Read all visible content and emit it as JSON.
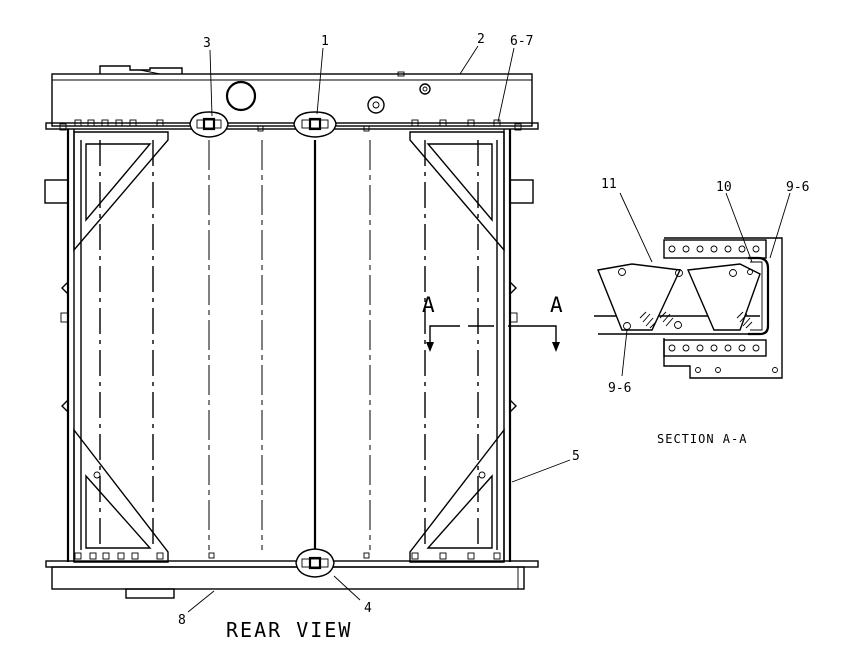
{
  "callouts": {
    "c1": "1",
    "c2": "2",
    "c3": "3",
    "c4": "4",
    "c5": "5",
    "c6_7": "6-7",
    "c8": "8",
    "c9_6_top": "9-6",
    "c9_6_bottom": "9-6",
    "c10": "10",
    "c11": "11"
  },
  "section_marks": {
    "left": "A",
    "right": "A"
  },
  "view_title": "REAR VIEW",
  "section_caption": "SECTION A-A"
}
